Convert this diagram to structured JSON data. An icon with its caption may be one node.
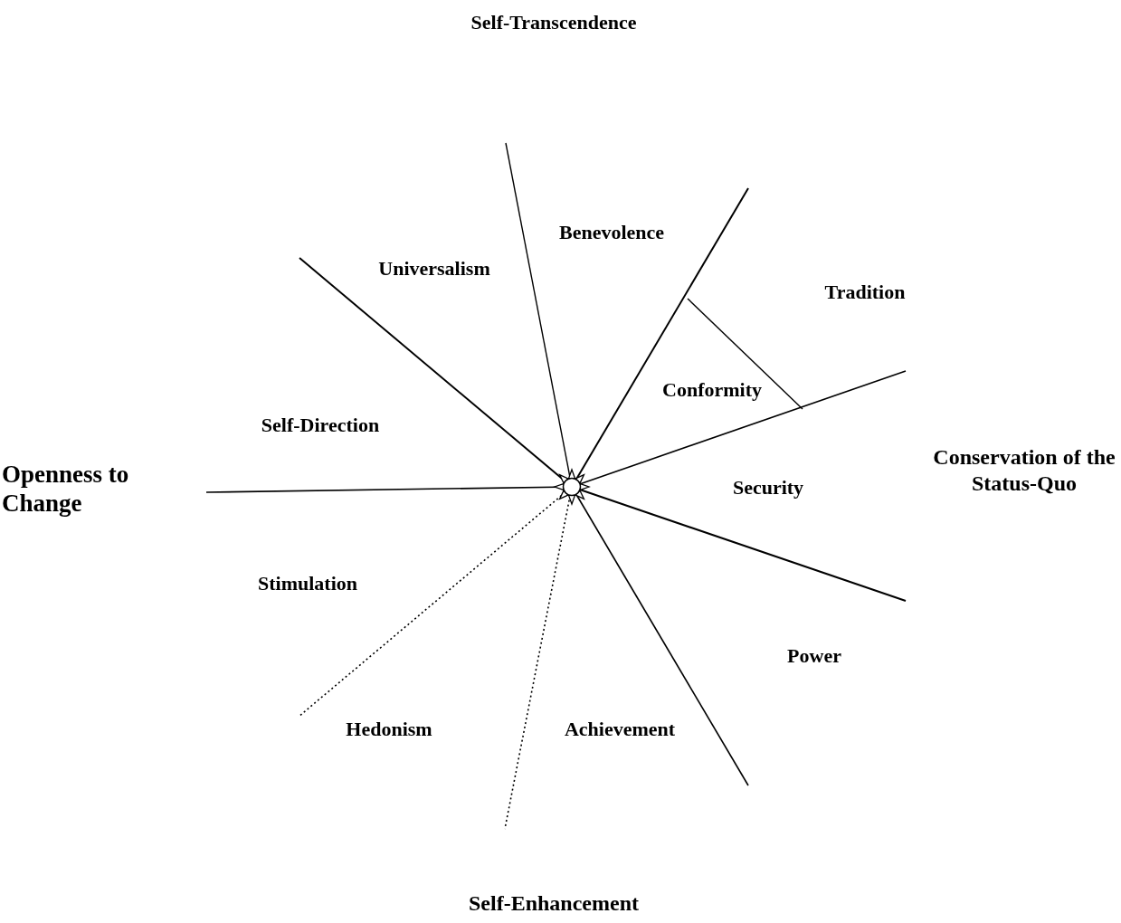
{
  "diagram": {
    "labels": [
      "Self-Transcendence",
      "Benevolence",
      "Universalism",
      "Tradition",
      "Conformity",
      "Self-Direction",
      "Openness to Change",
      "Conservation of the Status-Quo",
      "Security",
      "Stimulation",
      "Power",
      "Hedonism",
      "Achievement",
      "Self-Enhancement"
    ]
  }
}
